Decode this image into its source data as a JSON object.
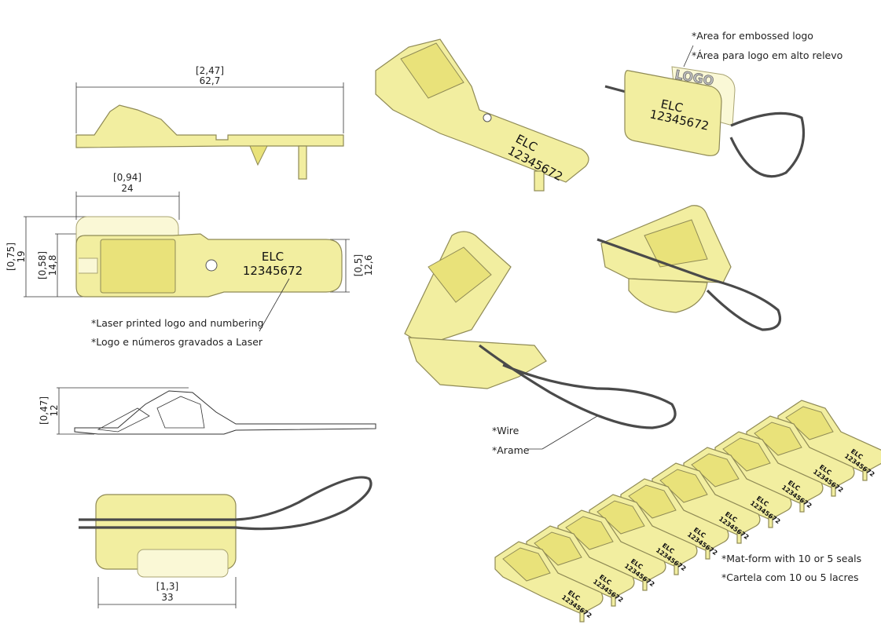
{
  "side_view": {
    "dim_length_in": "[2,47]",
    "dim_length_mm": "62,7"
  },
  "top_view": {
    "dim_width_in": "[0,94]",
    "dim_width_mm": "24",
    "dim_height_in": "[0,75]",
    "dim_height_mm": "19",
    "dim_inner_in": "[0,58]",
    "dim_inner_mm": "14,8",
    "dim_tail_in": "[0,5]",
    "dim_tail_mm": "12,6",
    "marking_line1": "ELC",
    "marking_line2": "12345672",
    "note_en": "*Laser printed logo and numbering",
    "note_pt": "*Logo e números gravados a Laser"
  },
  "section_view": {
    "dim_in": "[0,47]",
    "dim_mm": "12"
  },
  "bottom_view": {
    "dim_in": "[1,3]",
    "dim_mm": "33"
  },
  "iso_open": {
    "marking_line1": "ELC",
    "marking_line2": "12345672"
  },
  "iso_closed": {
    "logo": "LOGO",
    "marking_line1": "ELC",
    "marking_line2": "12345672",
    "note_en": "*Area for embossed logo",
    "note_pt": "*Área para logo em alto relevo"
  },
  "wire_note": {
    "en": "*Wire",
    "pt": "*Arame"
  },
  "mat_form": {
    "seal_count": 10,
    "marking_line1": "ELC",
    "marking_line2": "12345672",
    "note_en": "*Mat-form with 10 or 5 seals",
    "note_pt": "*Cartela com 10 ou 5 lacres"
  }
}
